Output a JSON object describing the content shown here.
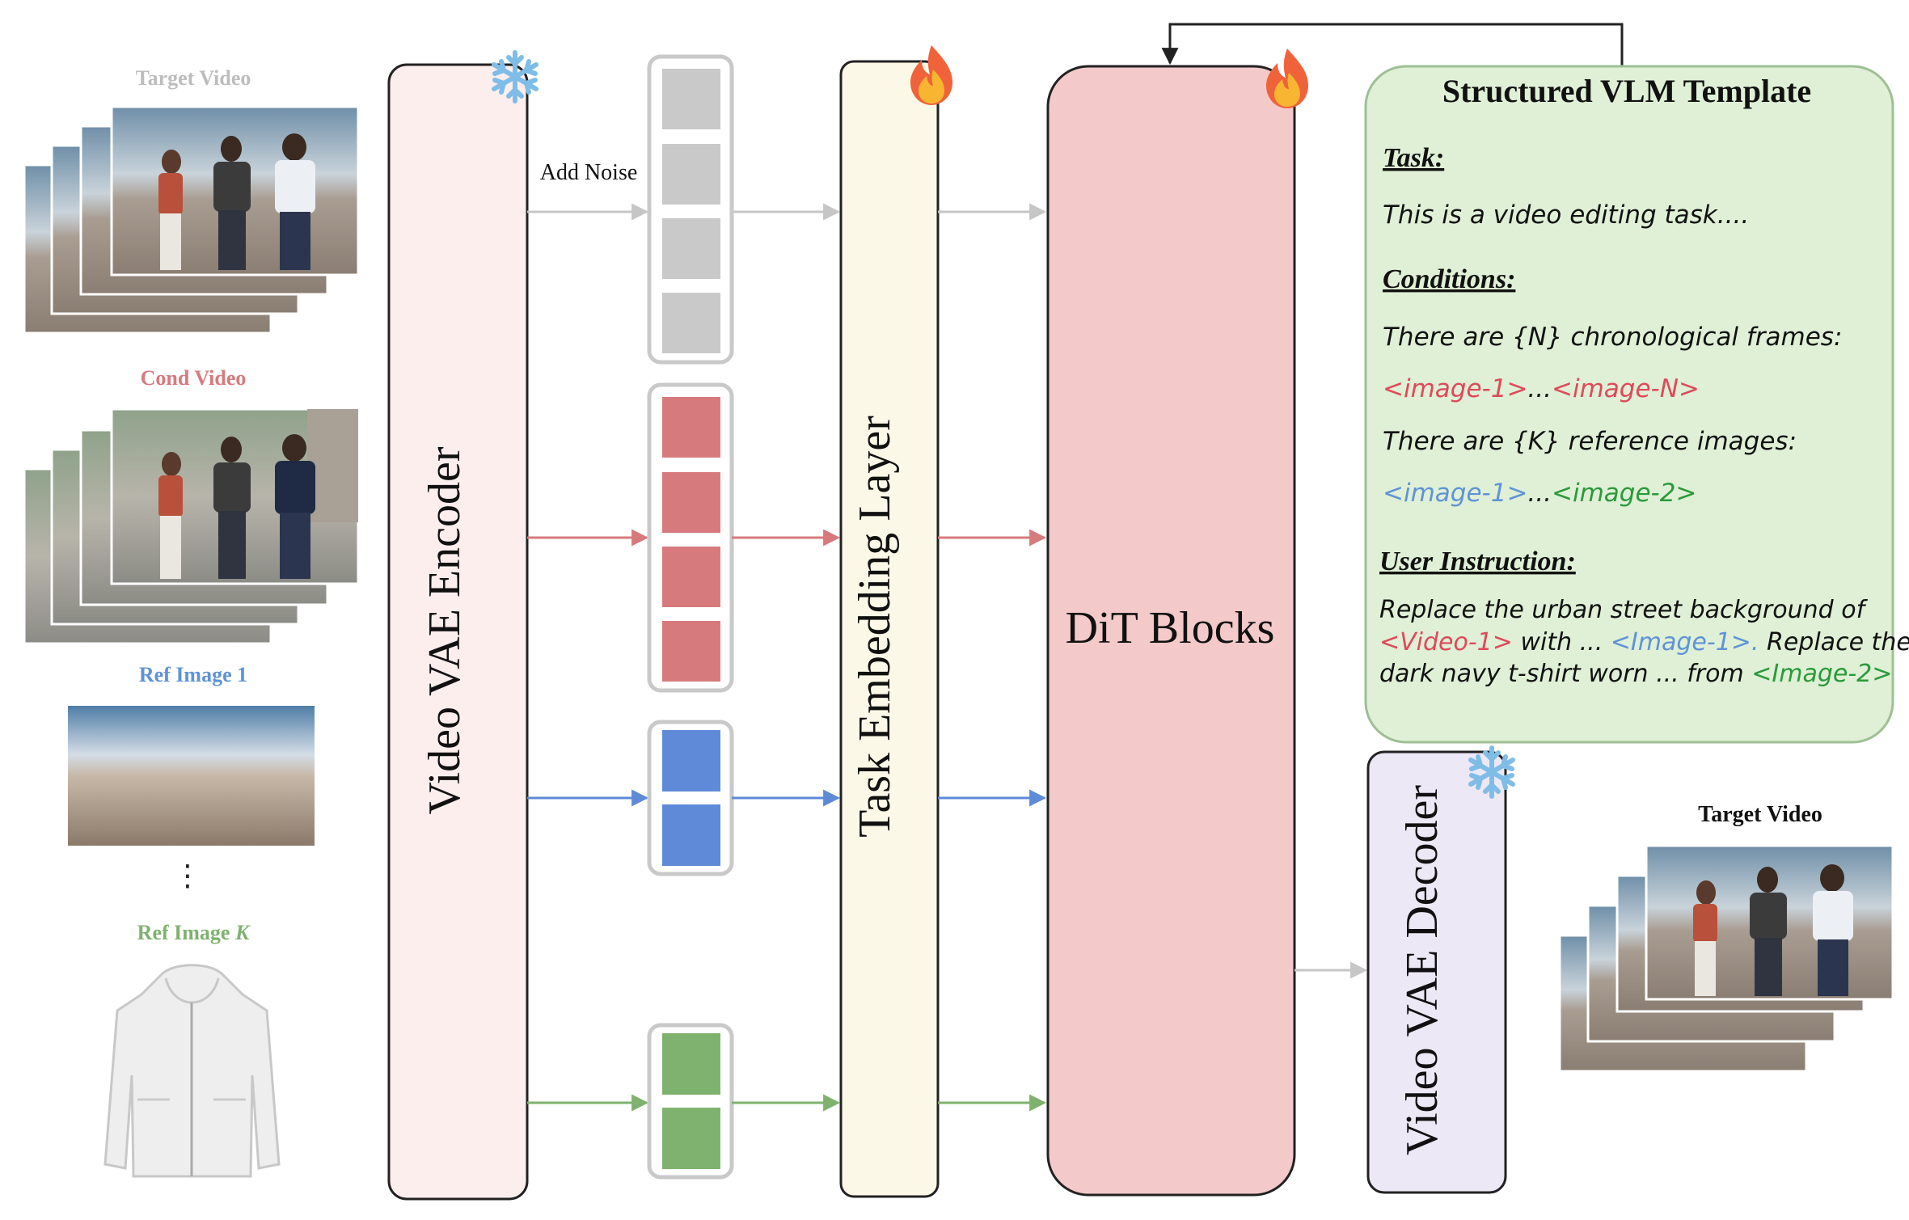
{
  "left_inputs": {
    "target_video_label": "Target Video",
    "cond_video_label": "Cond Video",
    "ref_image_1_label": "Ref Image 1",
    "ref_image_k_prefix": "Ref Image ",
    "ref_image_k_var": "K",
    "ellipsis": "⋮"
  },
  "add_noise_label": "Add Noise",
  "encoder_label": "Video VAE Encoder",
  "embedding_label": "Task Embedding Layer",
  "dit_label": "DiT Blocks",
  "decoder_label": "Video VAE Decoder",
  "output_label": "Target Video",
  "template": {
    "title": "Structured VLM Template",
    "task_heading": "Task:",
    "task_text": "This is a video editing task....",
    "conditions_heading": "Conditions:",
    "frames_text": "There are {N} chronological frames:",
    "frames_tag_1": "<image-1>",
    "frames_sep": "...",
    "frames_tag_n": "<image-N>",
    "refs_text": "There are {K} reference images:",
    "refs_tag_1": "<image-1>",
    "refs_sep": "...",
    "refs_tag_2": "<image-2>",
    "instruction_heading": "User Instruction:",
    "instr_line1": "Replace the urban street background of",
    "instr_video_tag": "<Video-1>",
    "instr_with": " with ... ",
    "instr_image1_tag": "<Image-1>.",
    "instr_replace": " Replace the",
    "instr_line3": "dark navy t-shirt worn ... from ",
    "instr_image2_tag": "<Image-2>"
  },
  "icons": {
    "encoder_state": "snowflake-icon",
    "embedding_state": "flame-icon",
    "dit_state": "flame-icon",
    "decoder_state": "snowflake-icon"
  },
  "colors": {
    "noise_token": "#c9c9c9",
    "cond_token": "#d77a7e",
    "ref1_token": "#5f8ad8",
    "refk_token": "#7fb26f",
    "encoder_fill": "#fdeeee",
    "embedding_fill": "#fcf8e8",
    "dit_fill": "#f3c9c9",
    "decoder_fill": "#ece8f6",
    "template_fill": "#dff0d6",
    "tag_red": "#e0495a",
    "tag_blue": "#5f93d8",
    "tag_green": "#2a9a3a"
  }
}
